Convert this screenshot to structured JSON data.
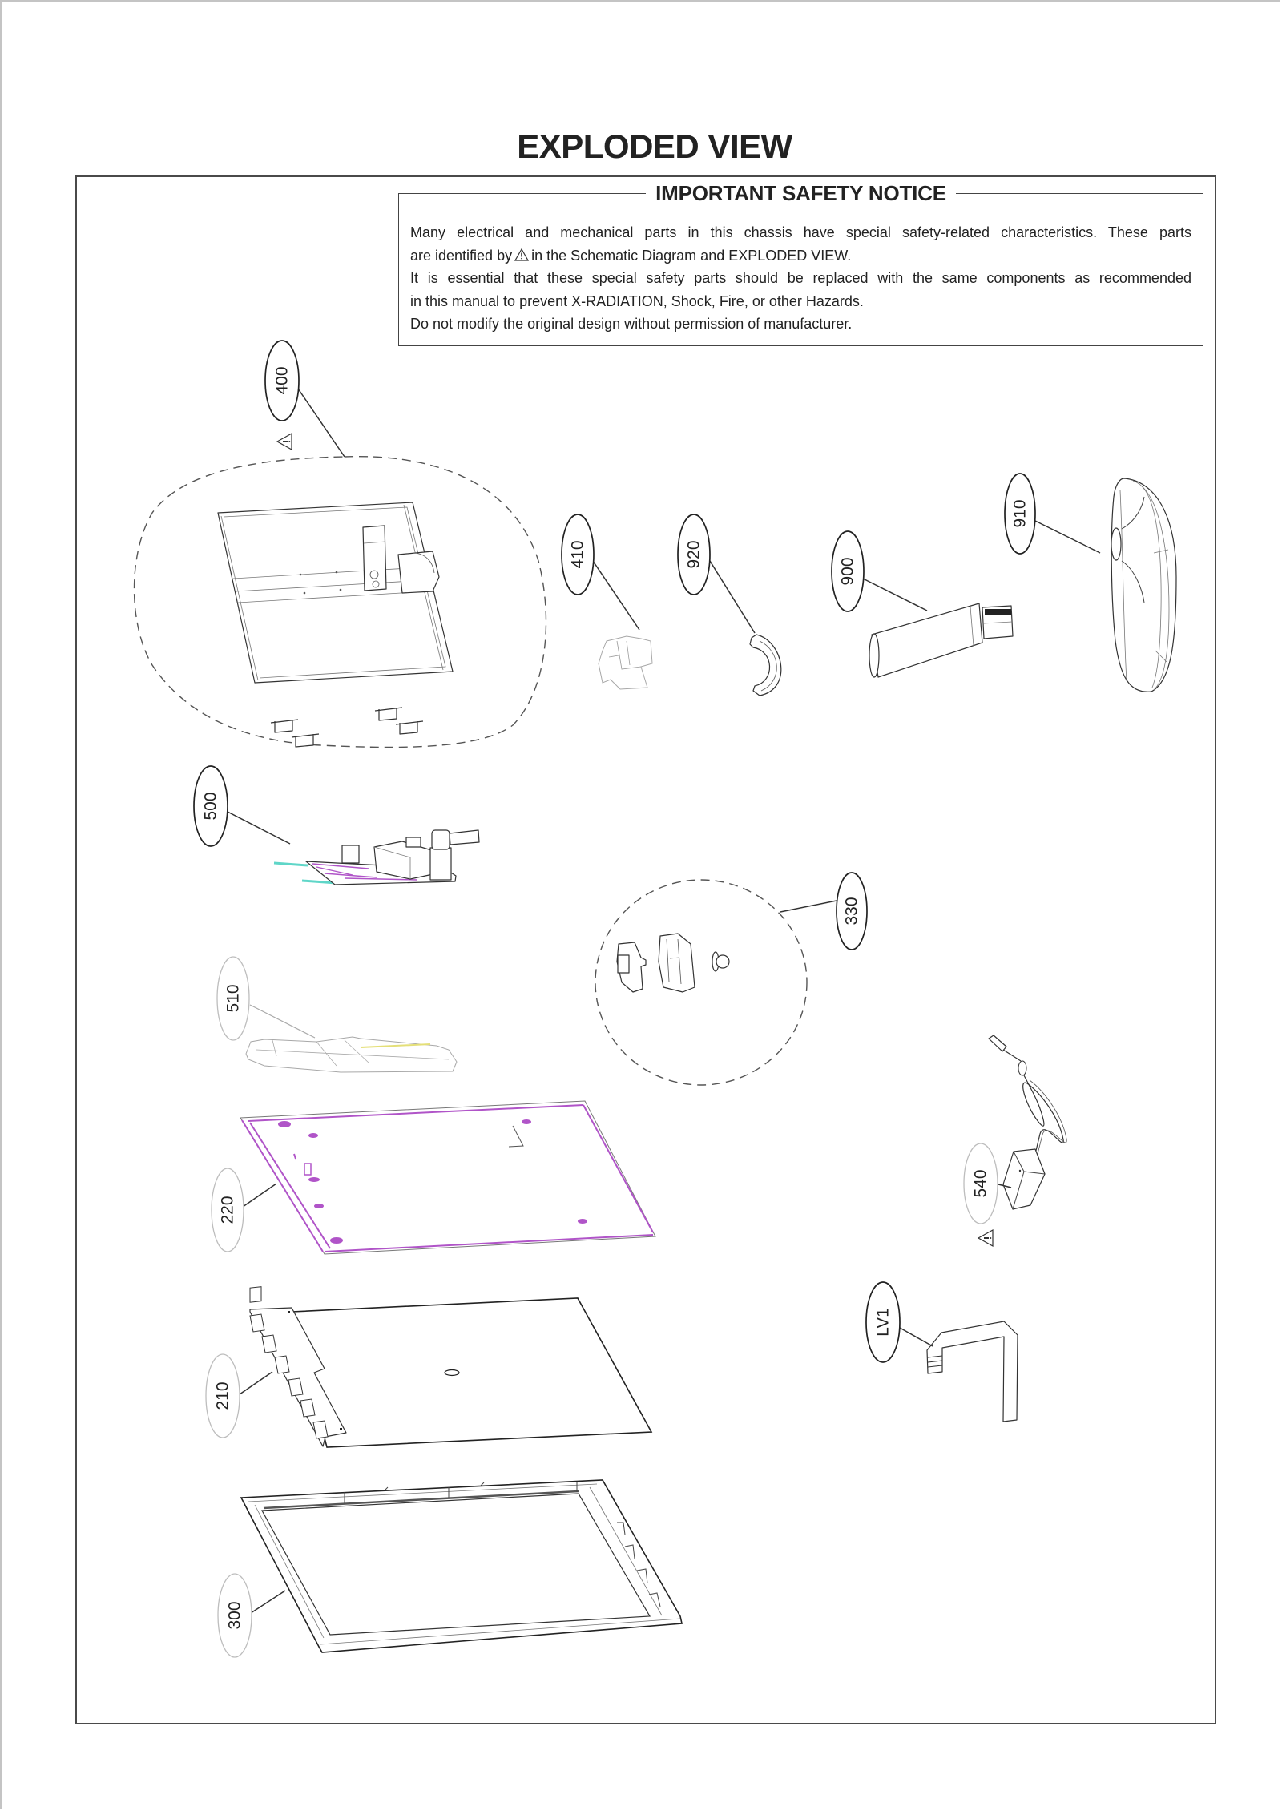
{
  "page": {
    "title": "EXPLODED VIEW"
  },
  "notice": {
    "title": "IMPORTANT SAFETY NOTICE",
    "line1": "Many electrical and mechanical parts in this chassis have special safety-related characteristics. These parts",
    "line2_before": "are identified by",
    "line2_icon": "warning-triangle-icon",
    "line2_after": "in the Schematic Diagram and EXPLODED VIEW.",
    "line3": "It is essential that these special safety parts should be replaced with the same components as recommended",
    "line4": "in this manual to prevent X-RADIATION, Shock, Fire, or other Hazards.",
    "line5": "Do not modify the original design without permission of manufacturer."
  },
  "callouts": [
    {
      "label": "400",
      "safety_mark": true
    },
    {
      "label": "410",
      "safety_mark": false
    },
    {
      "label": "920",
      "safety_mark": false
    },
    {
      "label": "900",
      "safety_mark": false
    },
    {
      "label": "910",
      "safety_mark": false
    },
    {
      "label": "500",
      "safety_mark": false
    },
    {
      "label": "330",
      "safety_mark": false
    },
    {
      "label": "510",
      "safety_mark": false
    },
    {
      "label": "220",
      "safety_mark": false
    },
    {
      "label": "540",
      "safety_mark": true
    },
    {
      "label": "LV1",
      "safety_mark": false
    },
    {
      "label": "210",
      "safety_mark": false
    },
    {
      "label": "300",
      "safety_mark": false
    }
  ],
  "icons": {
    "safety": "warning-triangle-icon"
  },
  "colors": {
    "frame": "#4a4a4a",
    "highlight_magenta": "#b054c8",
    "highlight_cyan": "#5fd6c8",
    "highlight_yellow": "#e4df78"
  }
}
